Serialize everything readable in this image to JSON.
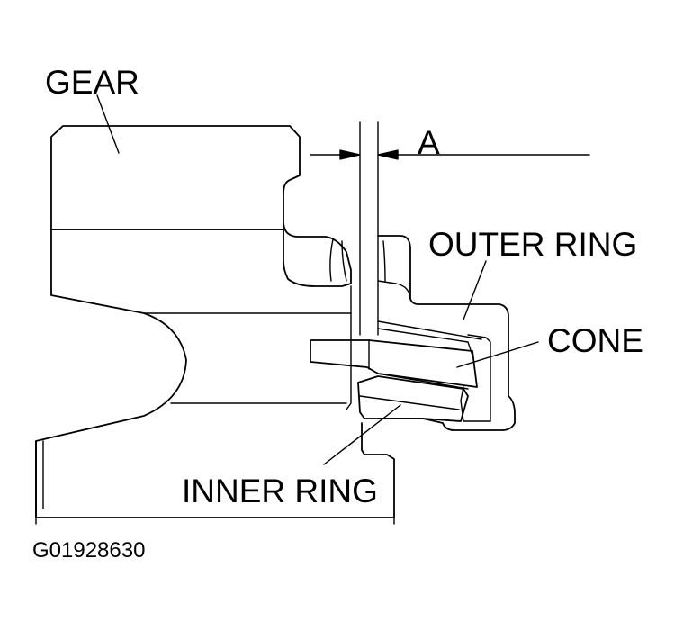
{
  "labels": {
    "gear": "GEAR",
    "dimension": "A",
    "outer_ring": "OUTER RING",
    "cone": "CONE",
    "inner_ring": "INNER RING",
    "figure_code": "G01928630"
  },
  "colors": {
    "line": "#000000",
    "background": "#ffffff"
  }
}
